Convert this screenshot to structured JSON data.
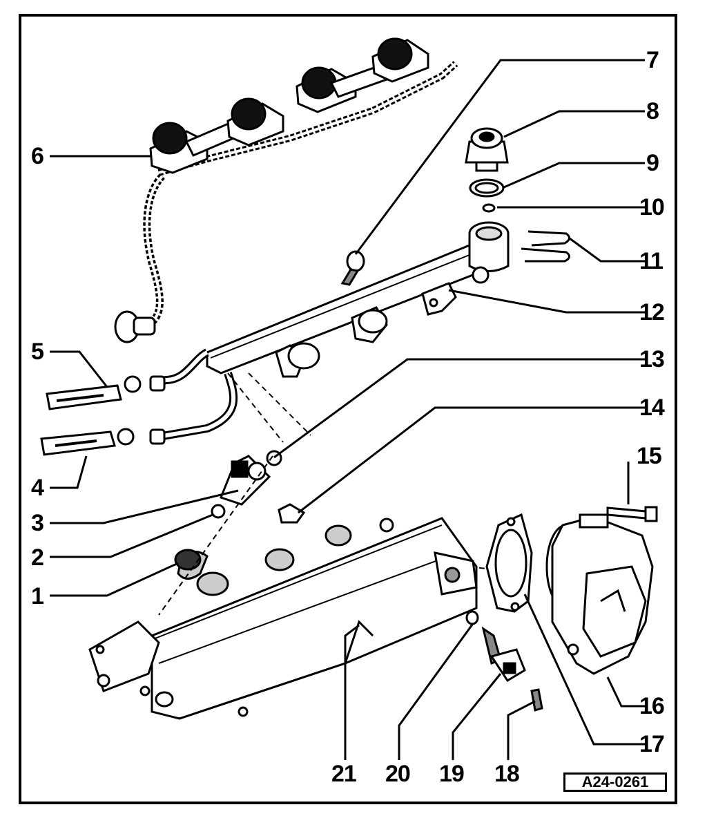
{
  "diagram": {
    "reference_code": "A24-0261",
    "callouts": [
      {
        "id": "c1",
        "label": "1"
      },
      {
        "id": "c2",
        "label": "2"
      },
      {
        "id": "c3",
        "label": "3"
      },
      {
        "id": "c4",
        "label": "4"
      },
      {
        "id": "c5",
        "label": "5"
      },
      {
        "id": "c6",
        "label": "6"
      },
      {
        "id": "c7",
        "label": "7"
      },
      {
        "id": "c8",
        "label": "8"
      },
      {
        "id": "c9",
        "label": "9"
      },
      {
        "id": "c10",
        "label": "10"
      },
      {
        "id": "c11",
        "label": "11"
      },
      {
        "id": "c12",
        "label": "12"
      },
      {
        "id": "c13",
        "label": "13"
      },
      {
        "id": "c14",
        "label": "14"
      },
      {
        "id": "c15",
        "label": "15"
      },
      {
        "id": "c16",
        "label": "16"
      },
      {
        "id": "c17",
        "label": "17"
      },
      {
        "id": "c18",
        "label": "18"
      },
      {
        "id": "c19",
        "label": "19"
      },
      {
        "id": "c20",
        "label": "20"
      },
      {
        "id": "c21",
        "label": "21"
      }
    ]
  }
}
